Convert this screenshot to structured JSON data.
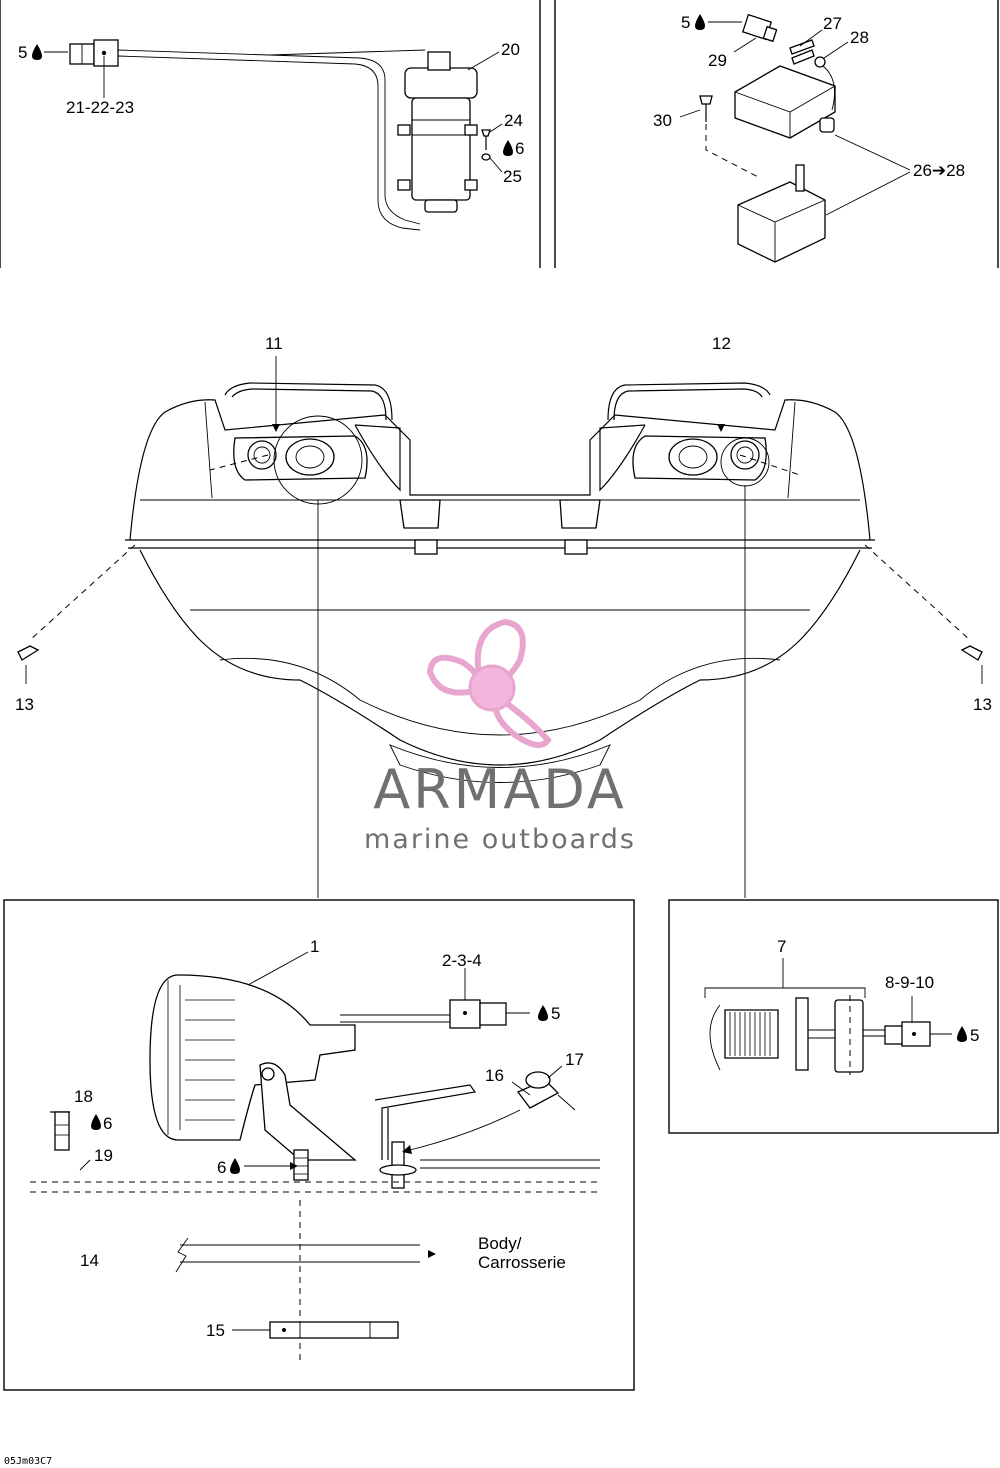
{
  "callouts": {
    "c1": "1",
    "c234": "2-3-4",
    "c5a": "5",
    "c5b": "5",
    "c5c": "5",
    "c5d": "5",
    "c6a": "6",
    "c6b": "6",
    "c6c": "6",
    "c7": "7",
    "c8910": "8-9-10",
    "c11": "11",
    "c12": "12",
    "c13a": "13",
    "c13b": "13",
    "c14": "14",
    "c15": "15",
    "c16": "16",
    "c17": "17",
    "c18": "18",
    "c19": "19",
    "c20": "20",
    "c212223": "21-22-23",
    "c24": "24",
    "c25": "25",
    "c2628": "26➔28",
    "c27": "27",
    "c28": "28",
    "c29": "29",
    "c30": "30"
  },
  "body_label_line1": "Body/",
  "body_label_line2": "Carrosserie",
  "figure_code": "05Jm03C7",
  "watermark": {
    "brand": "ARMADA",
    "tagline": "marine outboards",
    "color": "#e8a6cf",
    "hub_color": "#f2b6dc"
  },
  "icons": {
    "drop": "oil-drop-icon"
  }
}
